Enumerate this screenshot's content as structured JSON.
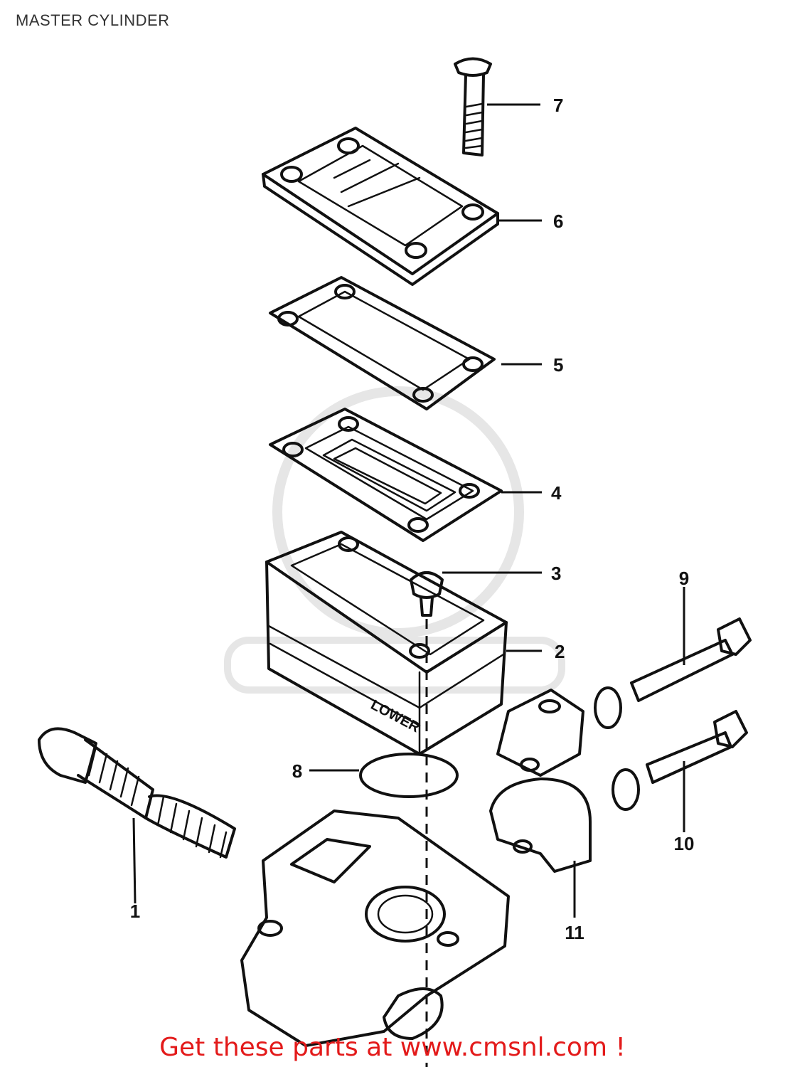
{
  "header": {
    "title": "MASTER CYLINDER"
  },
  "footer": {
    "cta": "Get these parts at www.cmsnl.com !"
  },
  "callouts": {
    "c1": "1",
    "c2": "2",
    "c3": "3",
    "c4": "4",
    "c5": "5",
    "c6": "6",
    "c7": "7",
    "c8": "8",
    "c9": "9",
    "c10": "10",
    "c11": "11"
  },
  "colors": {
    "line": "#111111",
    "cta": "#e31a1a",
    "title": "#333333",
    "watermark": "#e6e6e6"
  }
}
